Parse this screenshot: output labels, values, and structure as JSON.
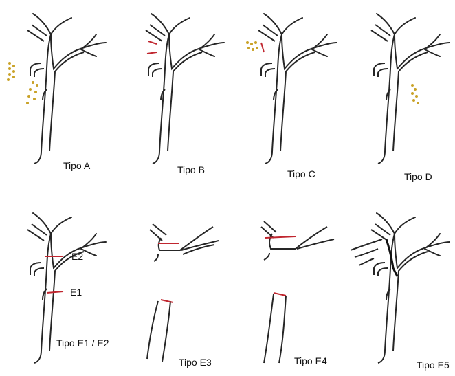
{
  "colors": {
    "outline": "#262626",
    "injury": "#c0262f",
    "clips": "#c9a227",
    "background": "#ffffff"
  },
  "panels": [
    {
      "label": "Tipo A",
      "injury_marks": [],
      "clip_clusters": 2
    },
    {
      "label": "Tipo B",
      "injury_marks": [
        "accessory-duct-cut"
      ],
      "clip_clusters": 0
    },
    {
      "label": "Tipo C",
      "injury_marks": [
        "accessory-duct-cut"
      ],
      "clip_clusters": 1
    },
    {
      "label": "Tipo D",
      "injury_marks": [],
      "clip_clusters": 1
    },
    {
      "label": "Tipo E1 / E2",
      "level_labels": [
        "E2",
        "E1"
      ],
      "injury_marks": [
        "E2-level",
        "E1-level"
      ],
      "clip_clusters": 0
    },
    {
      "label": "Tipo E3",
      "injury_marks": [
        "hilar-transection"
      ],
      "clip_clusters": 0
    },
    {
      "label": "Tipo E4",
      "injury_marks": [
        "bifurcation-transection"
      ],
      "clip_clusters": 0
    },
    {
      "label": "Tipo E5",
      "injury_marks": [
        "aberrant-right-duct"
      ],
      "clip_clusters": 0
    }
  ]
}
